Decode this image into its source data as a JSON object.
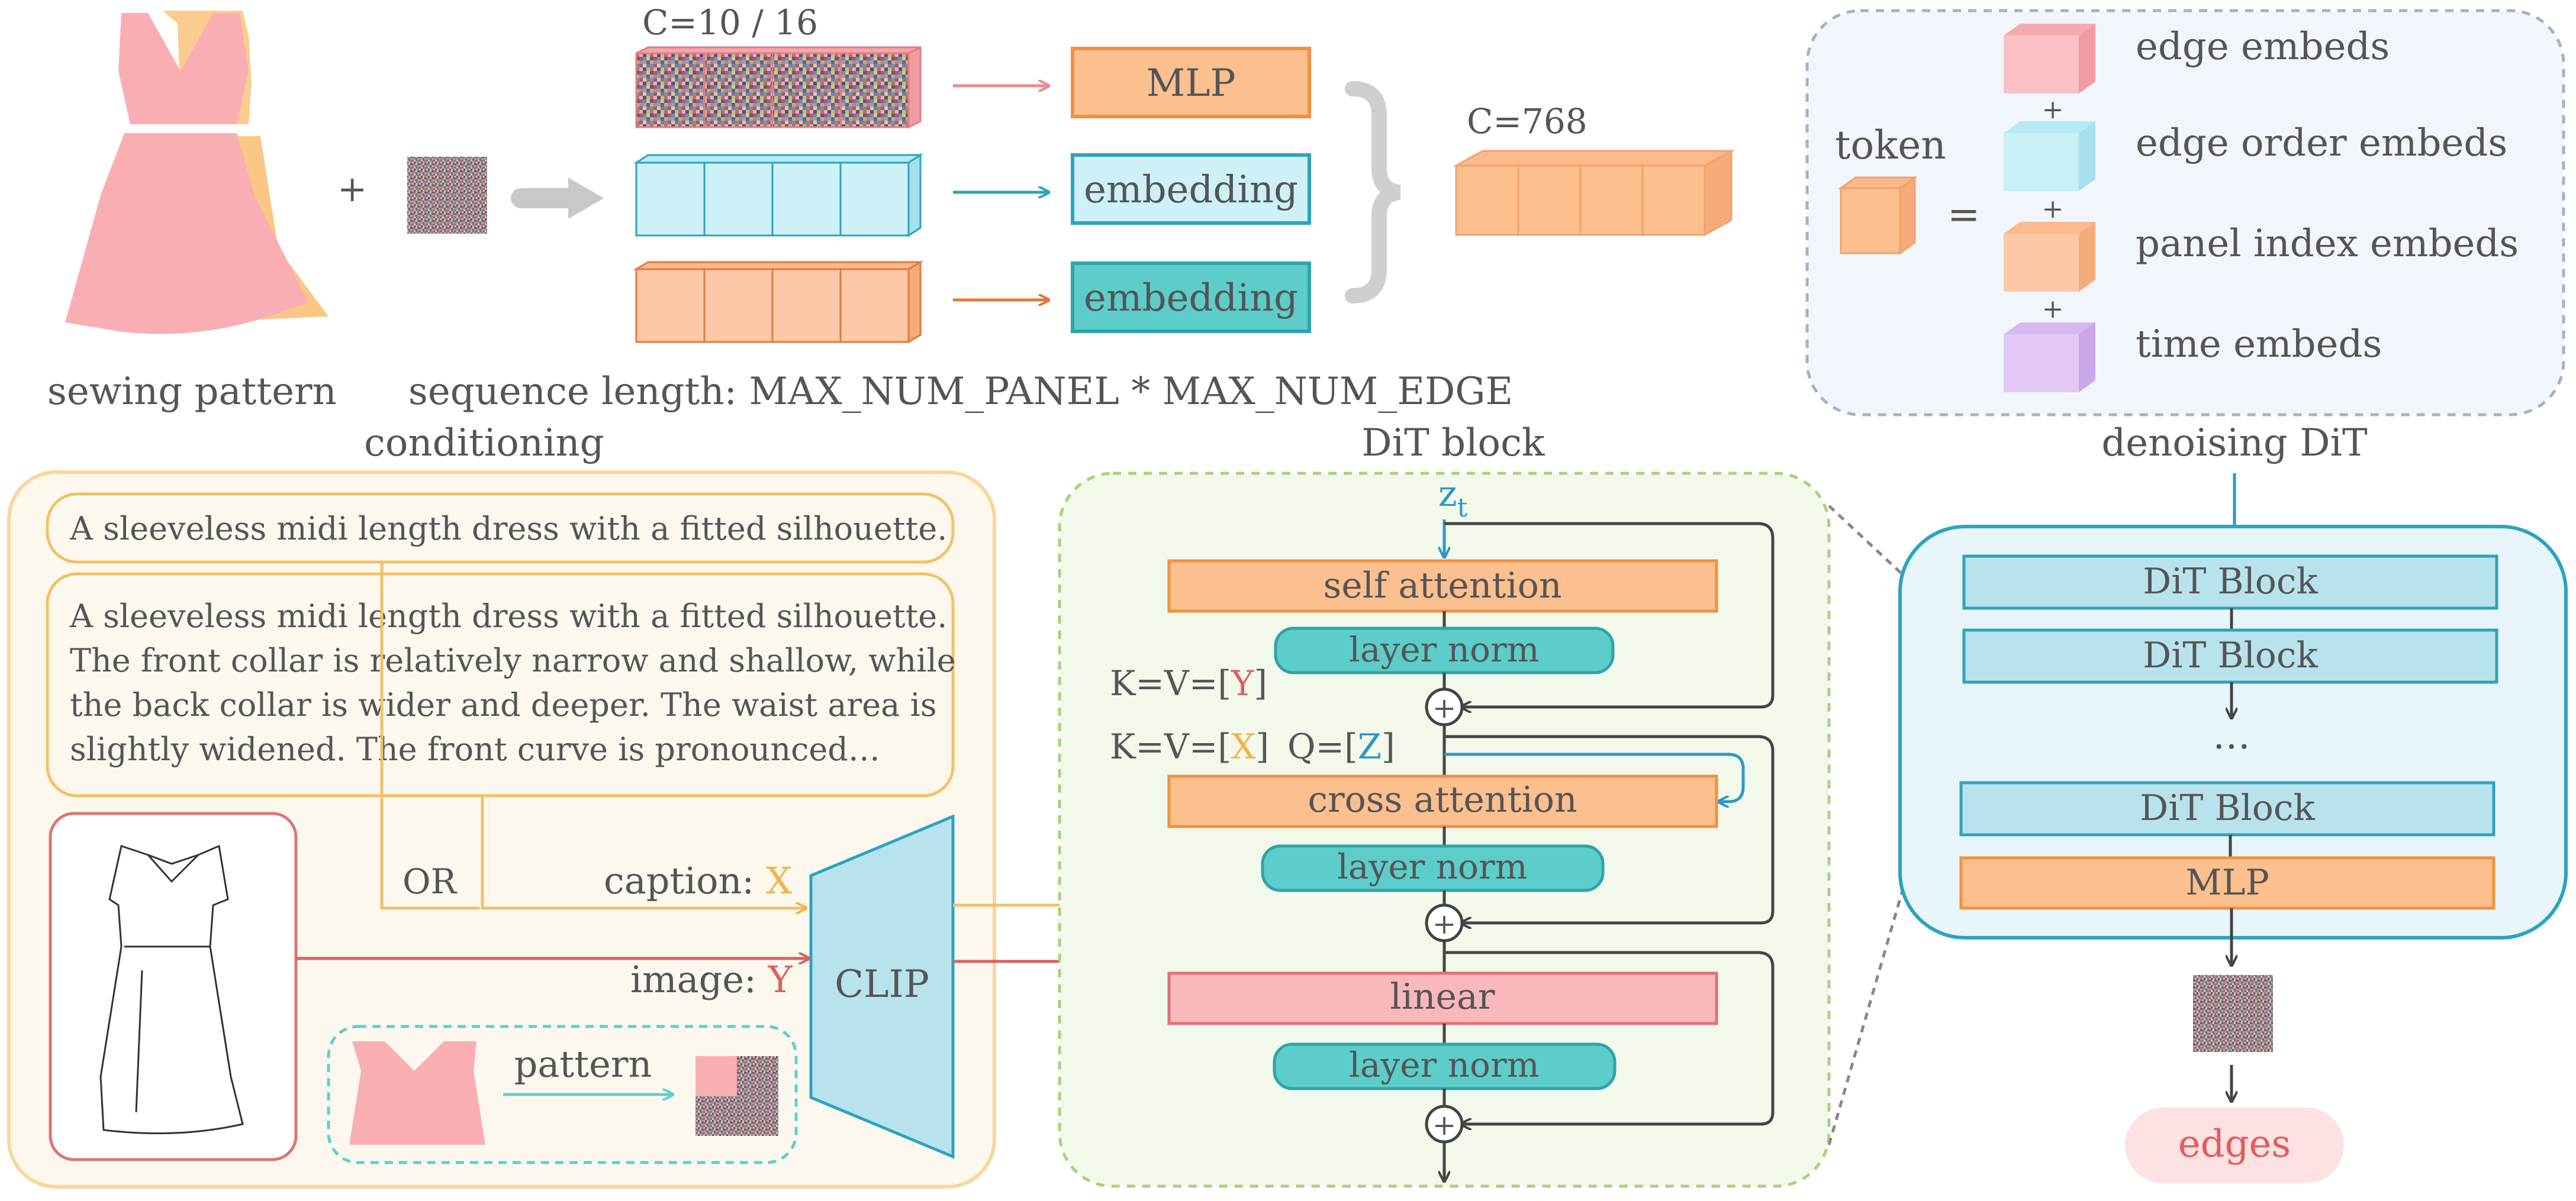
{
  "tokenization": {
    "sewing_pattern_label": "sewing pattern",
    "plus": "+",
    "channels_in": "C=10 / 16",
    "mlp": "MLP",
    "embedding_1": "embedding",
    "embedding_2": "embedding",
    "channels_out": "C=768",
    "sequence_length": "sequence length: MAX_NUM_PANEL * MAX_NUM_EDGE"
  },
  "token_legend": {
    "token_label": "token",
    "equals": "=",
    "plus": "+",
    "items": [
      "edge embeds",
      "edge order embeds",
      "panel index embeds",
      "time embeds"
    ],
    "colors": [
      "#f9c1c6",
      "#c9f0f6",
      "#fcc9a8",
      "#e2c9f5"
    ]
  },
  "conditioning": {
    "title": "conditioning",
    "caption_short": "A sleeveless midi length dress with a fitted silhouette.",
    "caption_long": [
      "A sleeveless midi length dress with a fitted silhouette.",
      "The front collar is relatively narrow and shallow, while",
      "the back collar is wider and deeper. The waist area is",
      "slightly widened. The front curve is pronounced…"
    ],
    "or_label": "OR",
    "caption_label": "caption: ",
    "caption_var": "X",
    "image_label": "image: ",
    "image_var": "Y",
    "clip": "CLIP",
    "pattern_label": "pattern"
  },
  "dit_block": {
    "title": "DiT block",
    "input_var": "z",
    "input_sub": "t",
    "self_attention": "self attention",
    "layer_norm_1": "layer norm",
    "kv_y_prefix": "K=V=[",
    "kv_y_var": "Y",
    "kv_y_suffix": "]",
    "kv_x_prefix": "K=V=[",
    "kv_x_var": "X",
    "kv_x_suffix": "]",
    "q_prefix": "Q=[",
    "q_var": "Z",
    "q_suffix": "]",
    "cross_attention": "cross attention",
    "layer_norm_2": "layer norm",
    "linear": "linear",
    "layer_norm_3": "layer norm",
    "add_symbol": "+"
  },
  "denoising_dit": {
    "title": "denoising DiT",
    "blocks": [
      "DiT Block",
      "DiT Block",
      "DiT Block"
    ],
    "ellipsis": "…",
    "mlp": "MLP",
    "output": "edges"
  },
  "colors": {
    "orange": "#fcbf8e",
    "orange_stroke": "#f0913f",
    "cyan": "#cdf1f7",
    "cyan_stroke": "#2ca3c1",
    "teal": "#5ccdcb",
    "teal_stroke": "#2ea3a8",
    "pink": "#f9b8bc",
    "pink_stroke": "#e07276",
    "yellow_text": "#f2b447",
    "red_text": "#d9615f",
    "blue_text": "#2b98c6"
  }
}
